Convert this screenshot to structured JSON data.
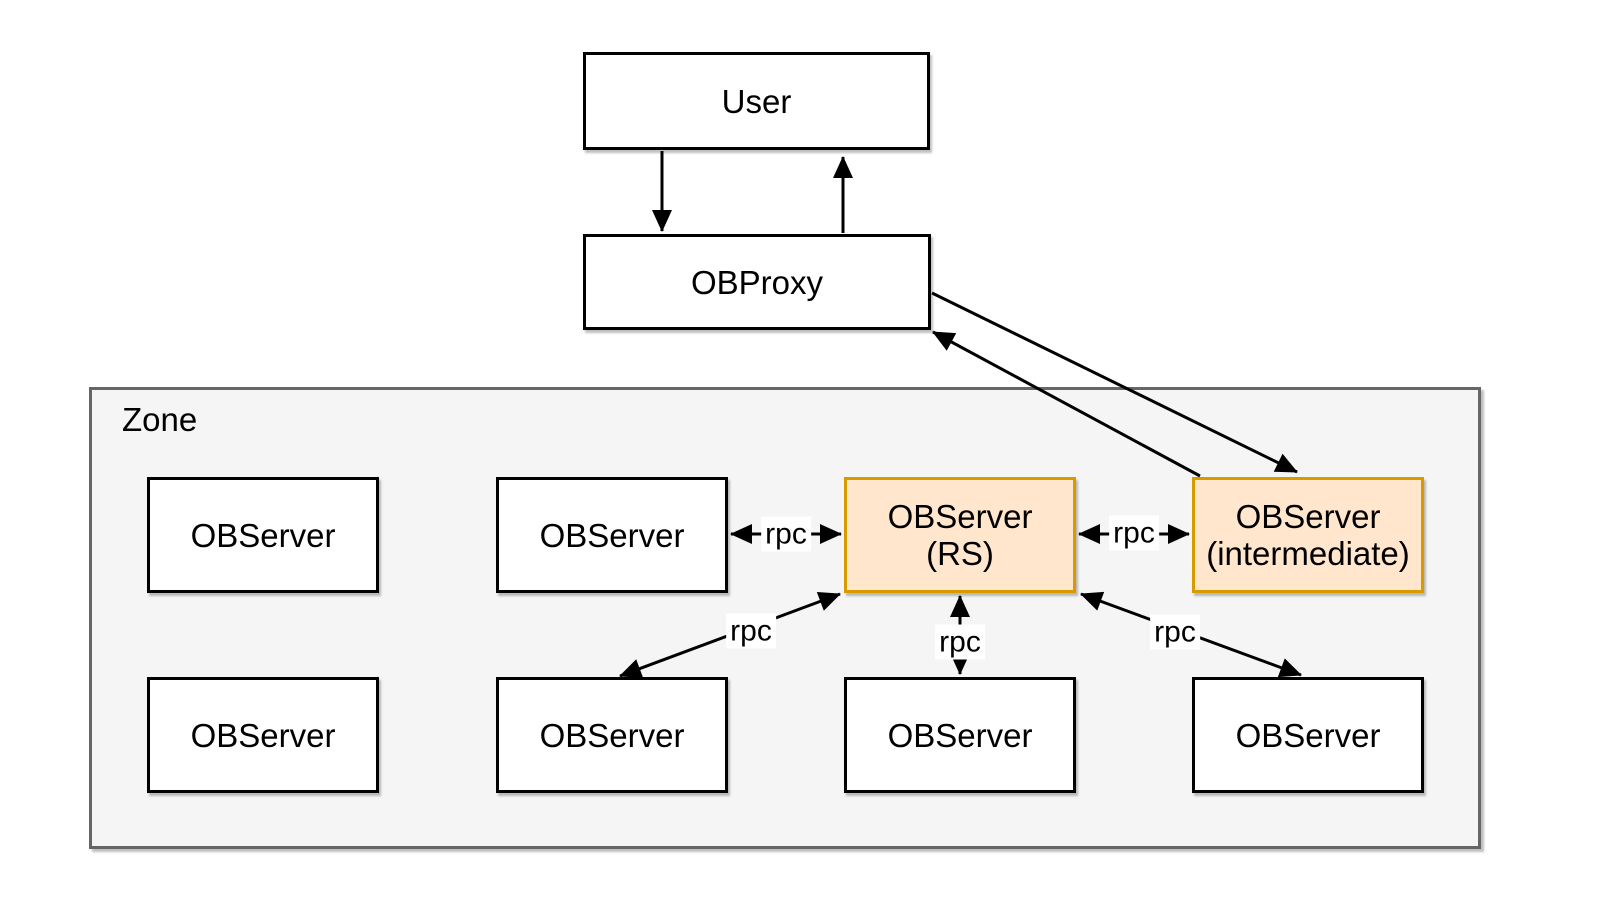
{
  "diagram": {
    "zone": {
      "label": "Zone"
    },
    "nodes": {
      "user": {
        "label": "User"
      },
      "obproxy": {
        "label": "OBProxy"
      },
      "top_left": {
        "label": "OBServer"
      },
      "top_mid": {
        "label": "OBServer"
      },
      "rs": {
        "label": "OBServer",
        "sublabel": "(RS)"
      },
      "intermediate": {
        "label": "OBServer",
        "sublabel": "(intermediate)"
      },
      "bottom_1": {
        "label": "OBServer"
      },
      "bottom_2": {
        "label": "OBServer"
      },
      "bottom_3": {
        "label": "OBServer"
      },
      "bottom_4": {
        "label": "OBServer"
      }
    },
    "edge_labels": {
      "rpc_left_horizontal": "rpc",
      "rpc_right_horizontal": "rpc",
      "rpc_left_diagonal": "rpc",
      "rpc_middle_vertical": "rpc",
      "rpc_right_diagonal": "rpc"
    },
    "colors": {
      "highlight_fill": "#ffe6cc",
      "highlight_stroke": "#d79b00",
      "zone_fill": "#f5f5f5",
      "zone_stroke": "#666666",
      "node_fill": "#ffffff",
      "node_stroke": "#000000",
      "arrow": "#000000"
    }
  }
}
